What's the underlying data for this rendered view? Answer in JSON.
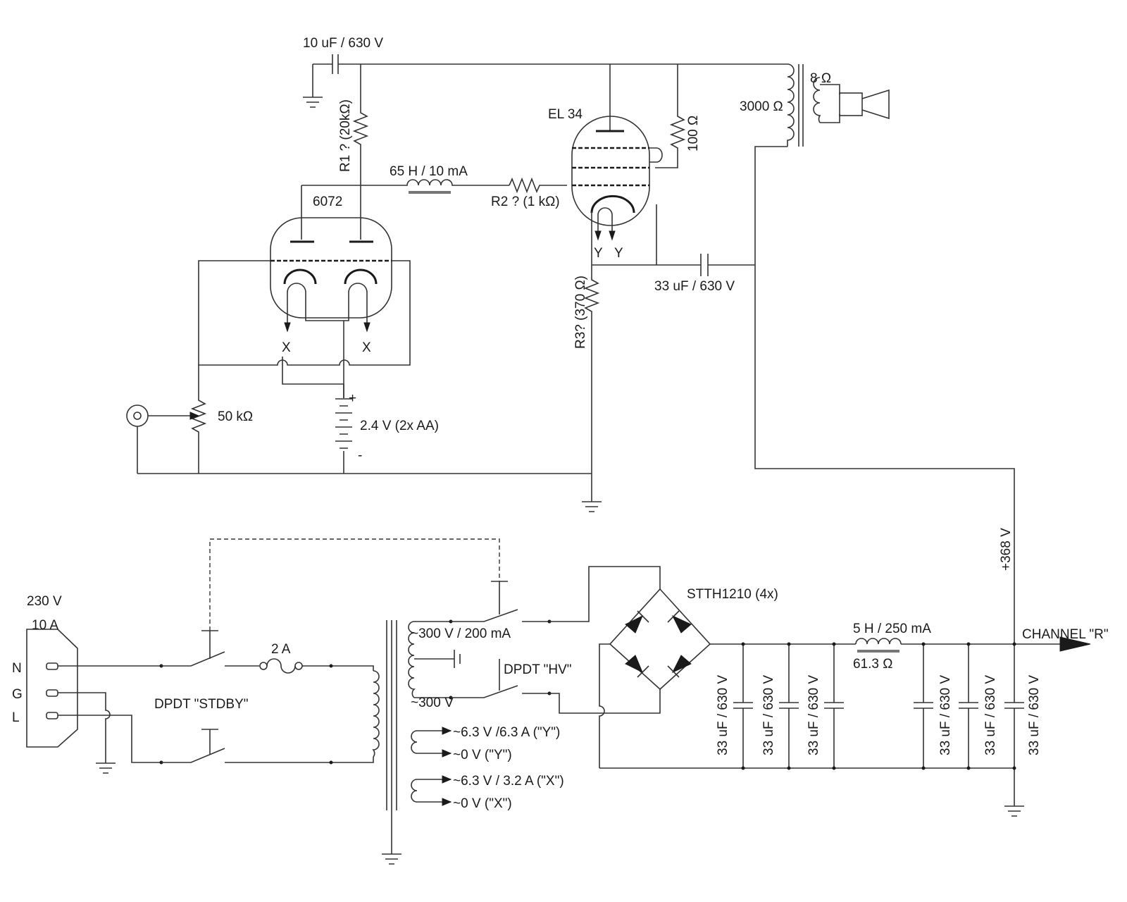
{
  "labels": {
    "c_top": "10 uF / 630 V",
    "el34": "EL 34",
    "r_100": "100 Ω",
    "ot_primary": "3000 Ω",
    "ot_secondary": "8 Ω",
    "r1": "R1 ? (20kΩ)",
    "choke_grid": "65 H / 10 mA",
    "r2": "R2 ? (1 kΩ)",
    "tube_6072": "6072",
    "heater_el34_left": "Y",
    "heater_el34_right": "Y",
    "c_coupling": "33 uF / 630 V",
    "r3": "R3? (370 Ω)",
    "heater_6072_left": "X",
    "heater_6072_right": "X",
    "pot": "50 kΩ",
    "battery_plus": "+",
    "battery_minus": "-",
    "battery": "2.4 V (2x AA)",
    "mains_voltage": "230 V",
    "mains_current": "10 A",
    "pin_n": "N",
    "pin_g": "G",
    "pin_l": "L",
    "fuse": "2 A",
    "switch_standby": "DPDT \"STDBY\"",
    "switch_hv": "DPDT \"HV\"",
    "sec_hv_top": "~300 V / 200 mA",
    "sec_hv_bottom": "~300 V",
    "sec_y_hot": "~6.3 V /6.3 A (\"Y\")",
    "sec_y_zero": "~0 V (\"Y\")",
    "sec_x_hot": "~6.3 V / 3.2 A (\"X\")",
    "sec_x_zero": "~0 V (\"X\")",
    "rectifier": "STTH1210 (4x)",
    "choke_psu": "5 H / 250 mA",
    "choke_psu_r": "61.3 Ω",
    "b_plus": "+368 V",
    "channel": "CHANNEL \"R\"",
    "filter_caps": [
      "33 uF / 630 V",
      "33 uF / 630 V",
      "33 uF / 630 V",
      "33 uF / 630 V",
      "33 uF / 630 V",
      "33 uF / 630 V"
    ]
  }
}
